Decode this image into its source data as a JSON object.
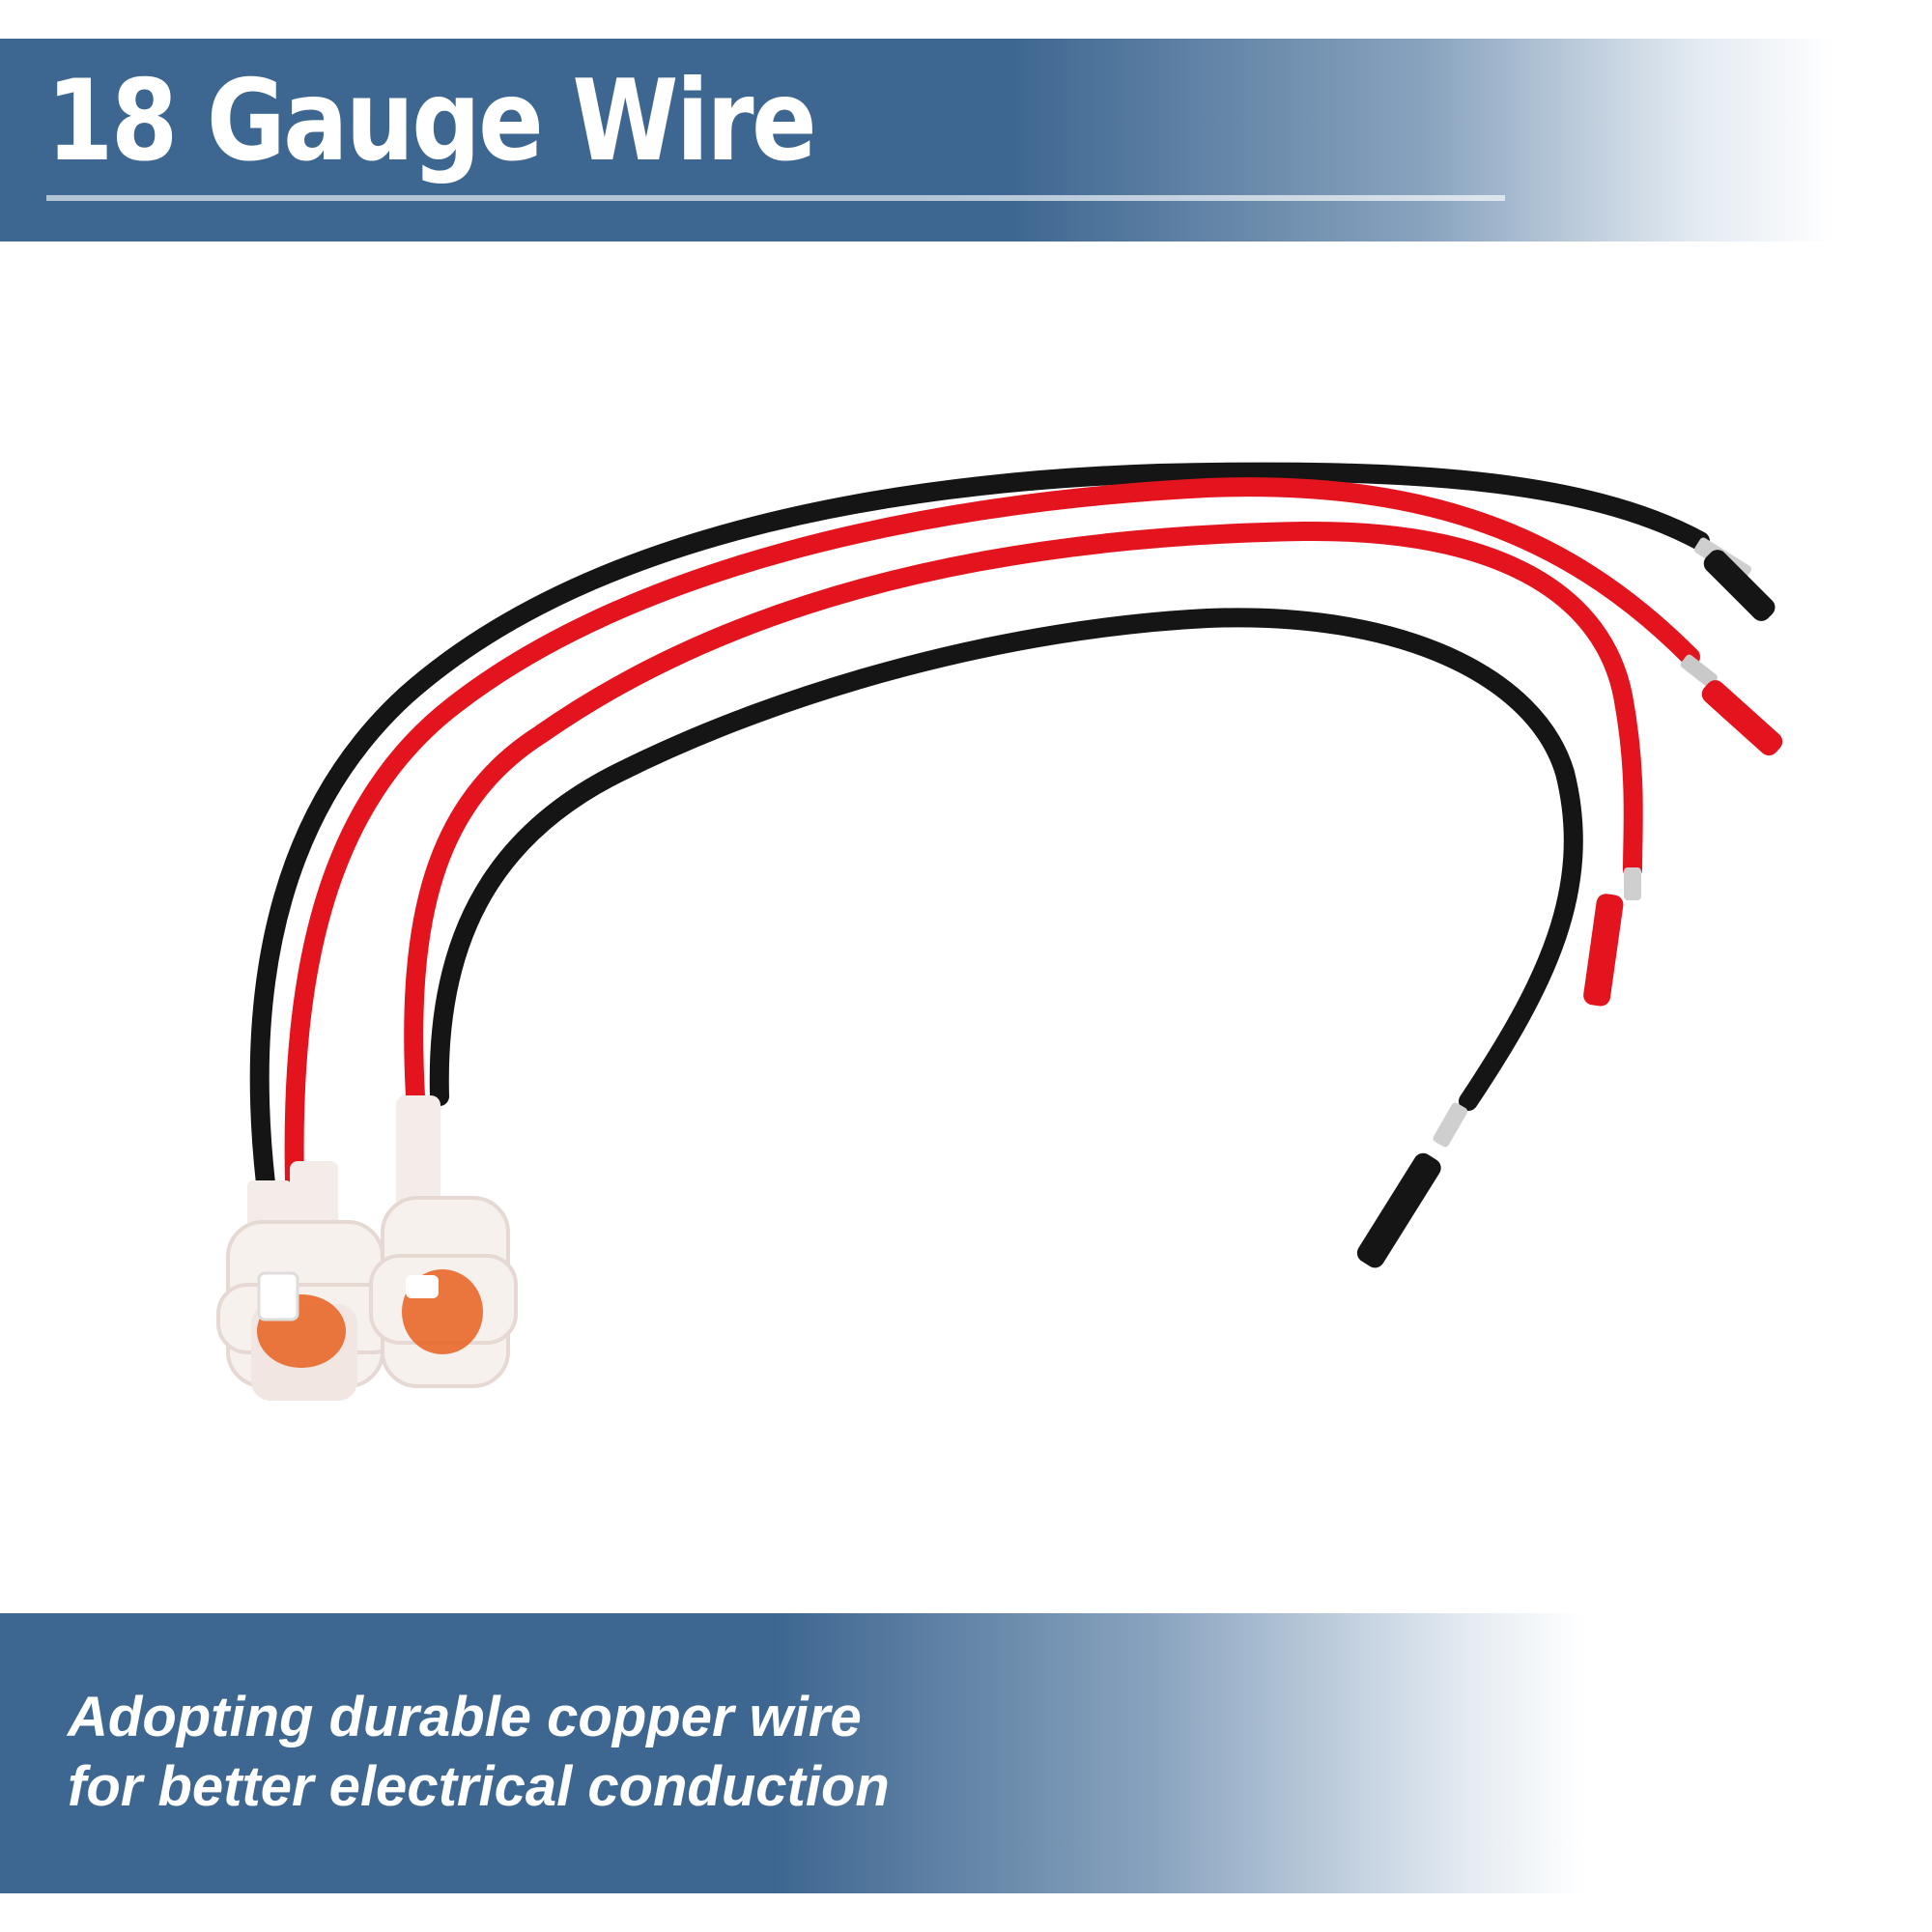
{
  "header": {
    "title": "18 Gauge Wire"
  },
  "footer": {
    "line1": "Adopting durable copper wire",
    "line2": "for better electrical conduction"
  },
  "colors": {
    "banner_blue": "#3d6690",
    "wire_red": "#e3141d",
    "wire_black": "#151515",
    "connector_white": "#f3ece8",
    "connector_core": "#e8601e"
  },
  "photo": {
    "subject": "wire-harness-image"
  }
}
